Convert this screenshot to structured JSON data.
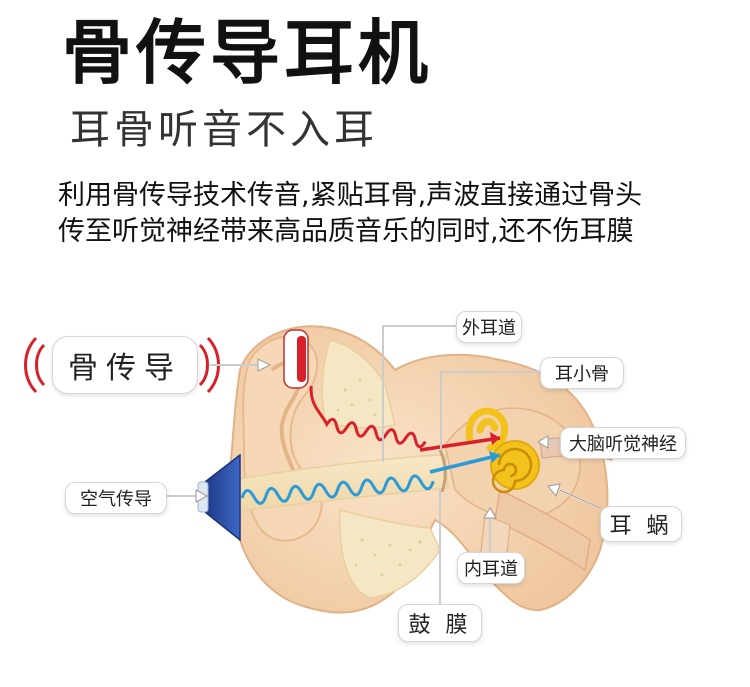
{
  "title": "骨传导耳机",
  "subtitle": "耳骨听音不入耳",
  "description": {
    "line1": "利用骨传导技术传音,紧贴耳骨,声波直接通过骨头",
    "line2": "传至听觉神经带来高品质音乐的同时,还不伤耳膜"
  },
  "labels": {
    "bone_conduction": "骨传导",
    "air_conduction": "空气传导",
    "outer_ear_canal": "外耳道",
    "ossicles": "耳小骨",
    "auditory_nerve": "大脑听觉神经",
    "cochlea": "耳 蜗",
    "inner_ear_canal": "内耳道",
    "eardrum": "鼓 膜"
  },
  "colors": {
    "bone_wave": "#d8202a",
    "air_wave": "#2a9bd6",
    "skin": "#f2cfa8",
    "cochlea": "#f4c21c",
    "speaker": "#2d4fa8"
  }
}
